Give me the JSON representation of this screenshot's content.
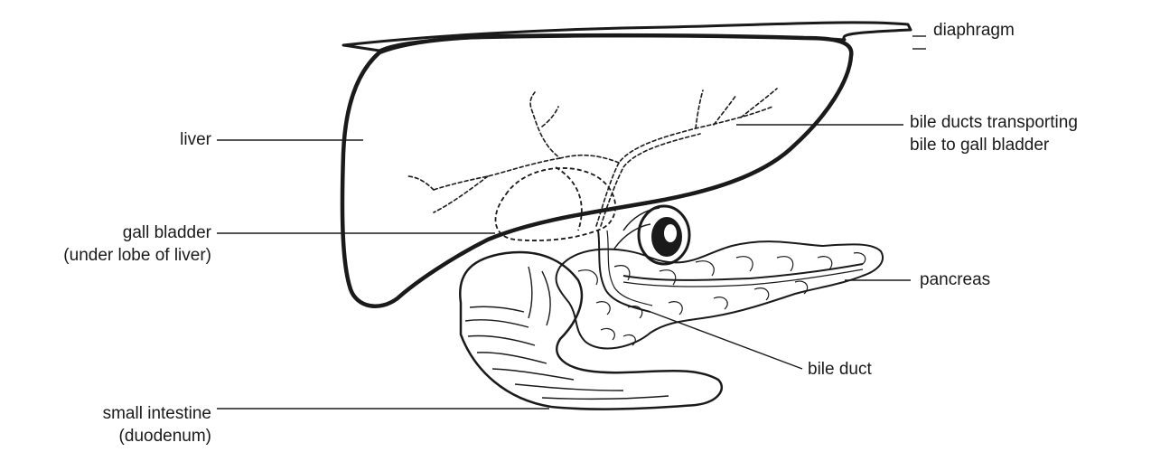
{
  "labels": {
    "diaphragm": "diaphragm",
    "liver": "liver",
    "bile_ducts_line1": "bile ducts transporting",
    "bile_ducts_line2": "bile to gall bladder",
    "gall_bladder_line1": "gall bladder",
    "gall_bladder_line2": "(under lobe  of liver)",
    "pancreas": "pancreas",
    "bile_duct": "bile duct",
    "small_intestine_line1": "small intestine",
    "small_intestine_line2": "(duodenum)"
  },
  "colors": {
    "ink": "#1a1a1a",
    "background": "#ffffff"
  }
}
